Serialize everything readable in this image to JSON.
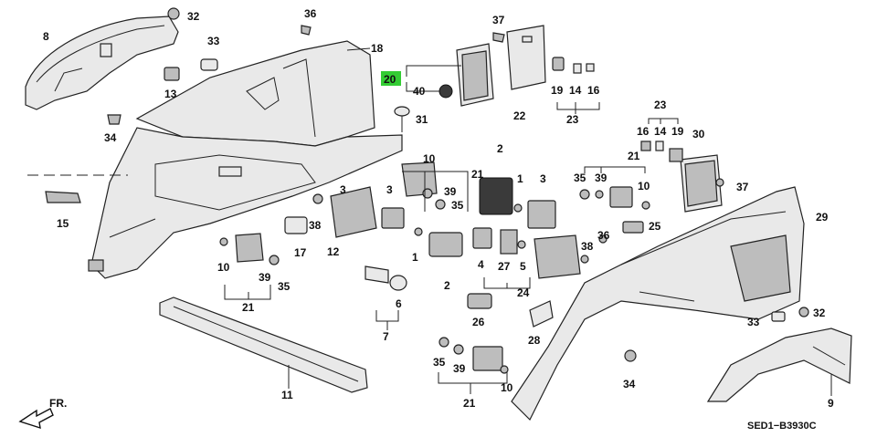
{
  "callouts": [
    {
      "id": "c8",
      "text": "8"
    },
    {
      "id": "c32a",
      "text": "32"
    },
    {
      "id": "c36a",
      "text": "36"
    },
    {
      "id": "c37a",
      "text": "37"
    },
    {
      "id": "c33a",
      "text": "33"
    },
    {
      "id": "c18",
      "text": "18"
    },
    {
      "id": "c13",
      "text": "13"
    },
    {
      "id": "c20",
      "text": "20"
    },
    {
      "id": "c40",
      "text": "40"
    },
    {
      "id": "c19a",
      "text": "19"
    },
    {
      "id": "c14a",
      "text": "14"
    },
    {
      "id": "c16a",
      "text": "16"
    },
    {
      "id": "c31",
      "text": "31"
    },
    {
      "id": "c22",
      "text": "22"
    },
    {
      "id": "c23a",
      "text": "23"
    },
    {
      "id": "c34a",
      "text": "34"
    },
    {
      "id": "c23b",
      "text": "23"
    },
    {
      "id": "c16b",
      "text": "16"
    },
    {
      "id": "c14b",
      "text": "14"
    },
    {
      "id": "c19b",
      "text": "19"
    },
    {
      "id": "c30",
      "text": "30"
    },
    {
      "id": "c10a",
      "text": "10"
    },
    {
      "id": "c2a",
      "text": "2"
    },
    {
      "id": "c21a",
      "text": "21"
    },
    {
      "id": "c21b",
      "text": "21"
    },
    {
      "id": "c35a",
      "text": "35"
    },
    {
      "id": "c39a",
      "text": "39"
    },
    {
      "id": "c10b",
      "text": "10"
    },
    {
      "id": "c3a",
      "text": "3"
    },
    {
      "id": "c39b",
      "text": "39"
    },
    {
      "id": "c35b",
      "text": "35"
    },
    {
      "id": "c1a",
      "text": "1"
    },
    {
      "id": "c3b",
      "text": "3"
    },
    {
      "id": "c37b",
      "text": "37"
    },
    {
      "id": "c15",
      "text": "15"
    },
    {
      "id": "c3c",
      "text": "3"
    },
    {
      "id": "c38a",
      "text": "38"
    },
    {
      "id": "c12",
      "text": "12"
    },
    {
      "id": "c29",
      "text": "29"
    },
    {
      "id": "c36b",
      "text": "36"
    },
    {
      "id": "c25",
      "text": "25"
    },
    {
      "id": "c17",
      "text": "17"
    },
    {
      "id": "c10c",
      "text": "10"
    },
    {
      "id": "c1b",
      "text": "1"
    },
    {
      "id": "c4",
      "text": "4"
    },
    {
      "id": "c27",
      "text": "27"
    },
    {
      "id": "c5",
      "text": "5"
    },
    {
      "id": "c38b",
      "text": "38"
    },
    {
      "id": "c39c",
      "text": "39"
    },
    {
      "id": "c35c",
      "text": "35"
    },
    {
      "id": "c6",
      "text": "6"
    },
    {
      "id": "c2b",
      "text": "2"
    },
    {
      "id": "c21c",
      "text": "21"
    },
    {
      "id": "c24",
      "text": "24"
    },
    {
      "id": "c7",
      "text": "7"
    },
    {
      "id": "c26",
      "text": "26"
    },
    {
      "id": "c33b",
      "text": "33"
    },
    {
      "id": "c32b",
      "text": "32"
    },
    {
      "id": "c28",
      "text": "28"
    },
    {
      "id": "c35d",
      "text": "35"
    },
    {
      "id": "c39d",
      "text": "39"
    },
    {
      "id": "c10d",
      "text": "10"
    },
    {
      "id": "c34b",
      "text": "34"
    },
    {
      "id": "c11",
      "text": "11"
    },
    {
      "id": "c21d",
      "text": "21"
    },
    {
      "id": "c9",
      "text": "9"
    }
  ],
  "highlight": {
    "text": "20",
    "color": "#33cc33"
  },
  "front_marker": "FR.",
  "diagram_code": "SED1−B3930C"
}
